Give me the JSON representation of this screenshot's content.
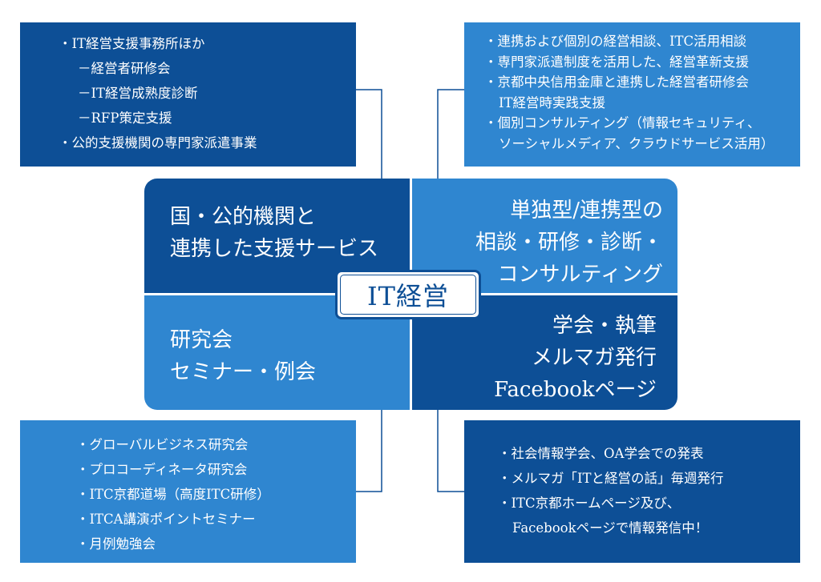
{
  "colors": {
    "dark": "#0d4f96",
    "light": "#2f86d0",
    "connector": "#0d4f96",
    "background": "#ffffff"
  },
  "center": {
    "label": "IT経営"
  },
  "quadrants": {
    "top_left": {
      "lines": [
        "国・公的機関と",
        "連携した支援サービス"
      ]
    },
    "top_right": {
      "lines": [
        "単独型/連携型の",
        "相談・研修・診断・",
        "コンサルティング"
      ]
    },
    "bottom_left": {
      "lines": [
        "研究会",
        "セミナー・例会"
      ]
    },
    "bottom_right": {
      "lines": [
        "学会・執筆",
        "メルマガ発行",
        "Facebookページ"
      ]
    }
  },
  "details": {
    "top_left": {
      "lines": [
        "・IT経営支援事務所ほか",
        "－経営者研修会",
        "－IT経営成熟度診断",
        "－RFP策定支援",
        "・公的支援機関の専門家派遣事業"
      ]
    },
    "top_right": {
      "lines": [
        "・連携および個別の経営相談、ITC活用相談",
        "・専門家派遣制度を活用した、経営革新支援",
        "・京都中央信用金庫と連携した経営者研修会",
        "IT経営時実践支援",
        "・個別コンサルティング（情報セキュリティ、",
        "ソーシャルメディア、クラウドサービス活用）"
      ]
    },
    "bottom_left": {
      "lines": [
        "・グローバルビジネス研究会",
        "・プロコーディネータ研究会",
        "・ITC京都道場（高度ITC研修）",
        "・ITCA講演ポイントセミナー",
        "・月例勉強会"
      ]
    },
    "bottom_right": {
      "lines": [
        "・社会情報学会、OA学会での発表",
        "・メルマガ「ITと経営の話」毎週発行",
        "・ITC京都ホームページ及び、",
        "Facebookページで情報発信中！"
      ]
    }
  }
}
